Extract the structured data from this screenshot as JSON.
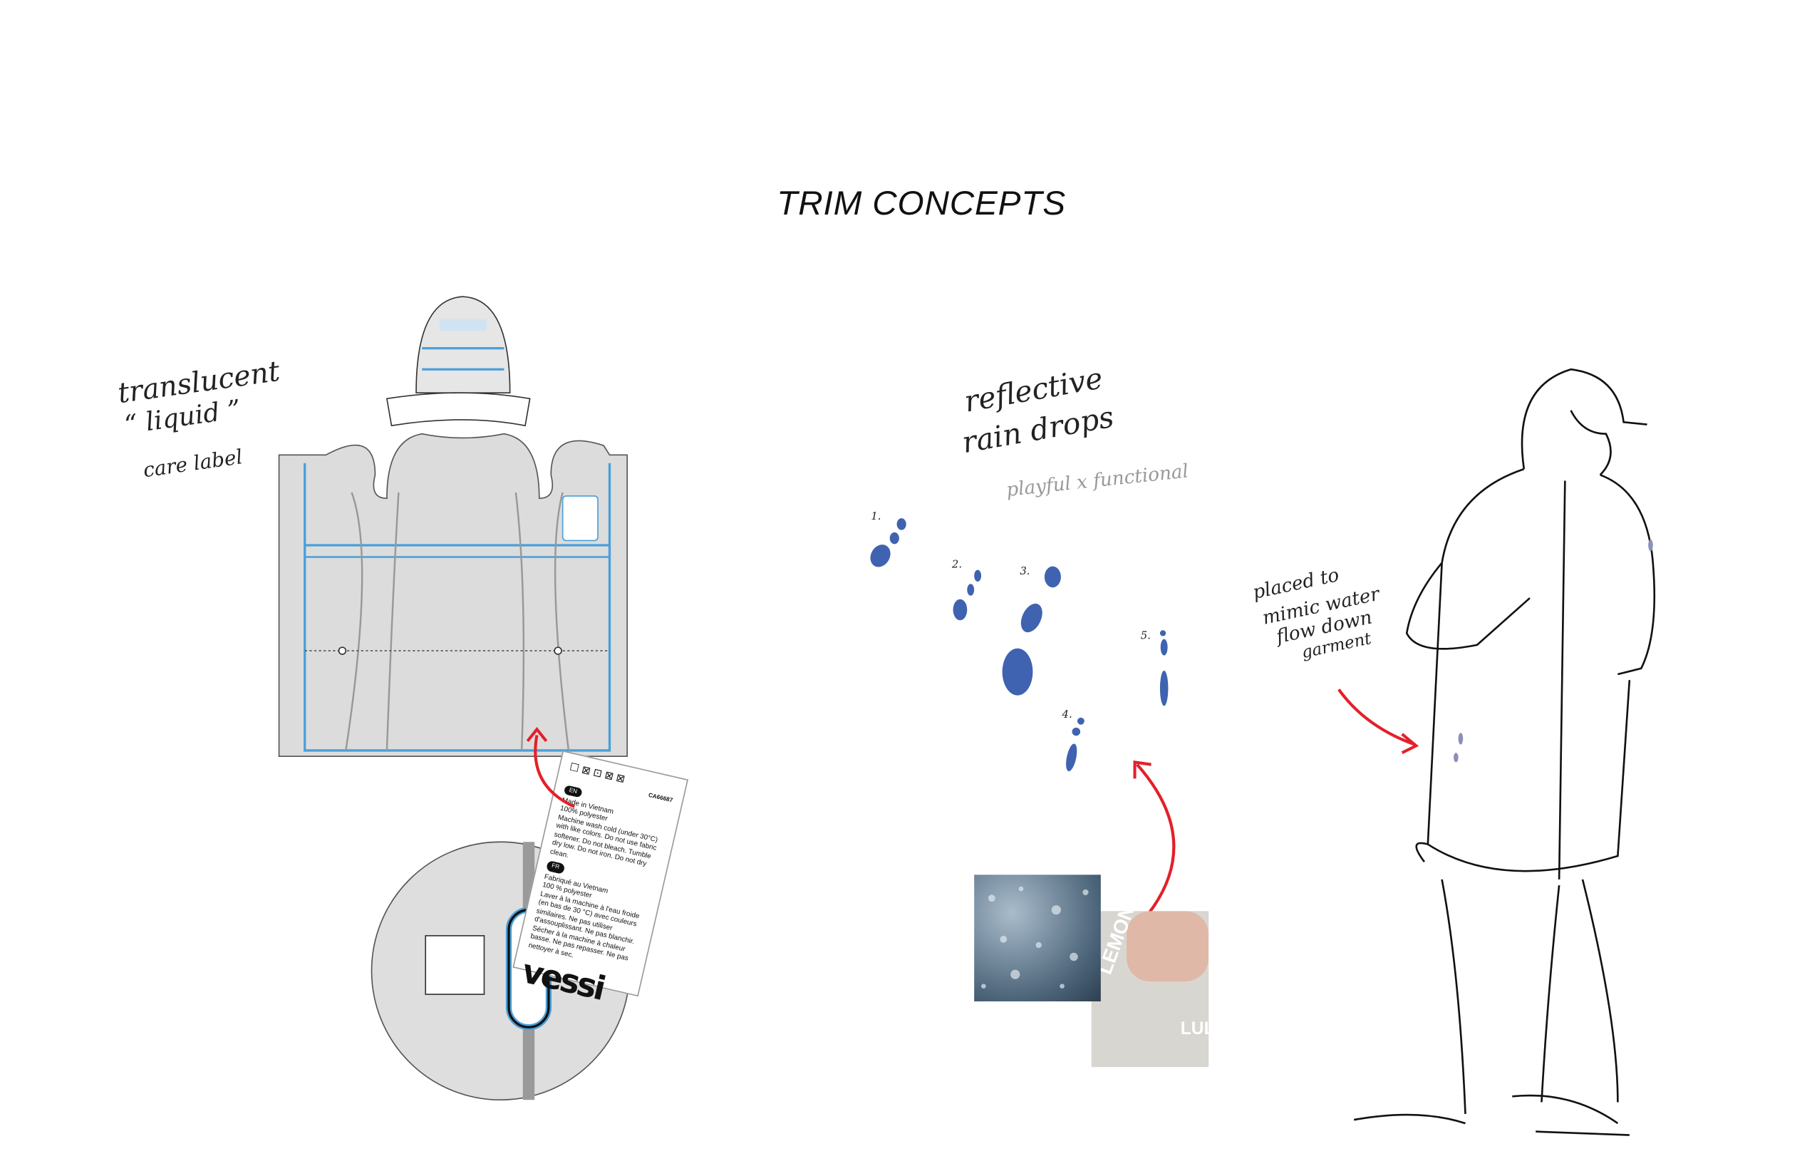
{
  "title": "TRIM CONCEPTS",
  "left_annotation": {
    "line1": "translucent",
    "line2": "“ liquid ”",
    "line3": "care label"
  },
  "middle_annotation": {
    "line1": "reflective",
    "line2": "rain drops",
    "subtitle": "playful x functional"
  },
  "right_annotation": {
    "line1": "placed to",
    "line2": "mimic water",
    "line3": "flow down",
    "line4": "garment"
  },
  "drop_numbers": [
    "1.",
    "2.",
    "3.",
    "4.",
    "5."
  ],
  "care_label": {
    "code": "CA66687",
    "en_tag": "EN",
    "en_lines": [
      "Made in Vietnam",
      "100% polyester",
      "Machine wash cold (under 30°C) with like colors. Do not use fabric softener. Do not bleach. Tumble dry low. Do not iron. Do not dry clean."
    ],
    "fr_tag": "FR",
    "fr_lines": [
      "Fabriqué au Vietnam",
      "100 % polyester",
      "Laver à la machine à l'eau froide (en bas de 30 °C) avec couleurs similaires. Ne pas utiliser d'assouplissant. Ne pas blanchir. Sécher à la machine à chaleur basse. Ne pas repasser. Ne pas nettoyer à sec."
    ],
    "brand": "vessi"
  },
  "photo_text": {
    "word1": "LEMON",
    "word2": "LUL"
  },
  "colors": {
    "accent_blue": "#3f63b0",
    "arrow_red": "#e3202a",
    "garment_grey": "#dcdcdc",
    "trim_blue": "#4a9fd8"
  }
}
